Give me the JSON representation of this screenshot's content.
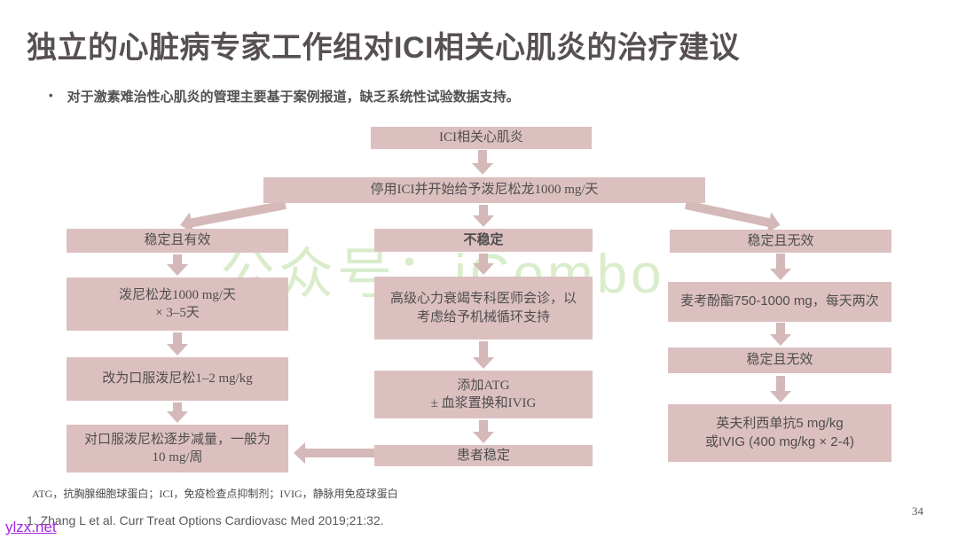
{
  "page": {
    "title": "独立的心脏病专家工作组对ICI相关心肌炎的治疗建议",
    "bullet_marker": "•",
    "bullet": "对于激素难治性心肌炎的管理主要基于案例报道，缺乏系统性试验数据支持。",
    "page_number": "34"
  },
  "flowchart": {
    "nodes": {
      "ici": "ICI相关心肌炎",
      "stop_ici": "停用ICI并开始给予泼尼松龙1000 mg/天",
      "stable_effective": "稳定且有效",
      "unstable": "不稳定",
      "stable_ineffective": "稳定且无效",
      "pred_1000": "泼尼松龙1000 mg/天\n× 3–5天",
      "oral_pred": "改为口服泼尼松1–2 mg/kg",
      "taper": "对口服泼尼松逐步减量，一般为\n10 mg/周",
      "hf_consult": "高级心力衰竭专科医师会诊，以\n考虑给予机械循环支持",
      "add_atg": "添加ATG\n± 血浆置换和IVIG",
      "patient_stable": "患者稳定",
      "mycophenolate": "麦考酚酯750-1000 mg，每天两次",
      "stable_ineffective_2": "稳定且无效",
      "infliximab": "英夫利西单抗5 mg/kg\n或IVIG (400 mg/kg × 2-4)"
    }
  },
  "footnotes": {
    "abbreviations": "ATG，抗胸腺细胞球蛋白；ICI，免疫检查点抑制剂；IVIG，静脉用免疫球蛋白",
    "reference": "1. Zhang L et al. Curr Treat Options Cardiovasc Med 2019;21:32."
  },
  "watermarks": {
    "center": "公众号：iCombo",
    "bottom_left": "ylzx.net"
  },
  "colors": {
    "box_fill": "#dcc0c0",
    "arrow": "#d5b8b8",
    "title_text": "#575052",
    "box_text": "#4f4d4e",
    "watermark_green": "#d9edcb",
    "watermark_magenta": "#a426e0",
    "footnote_gray": "#595959"
  }
}
